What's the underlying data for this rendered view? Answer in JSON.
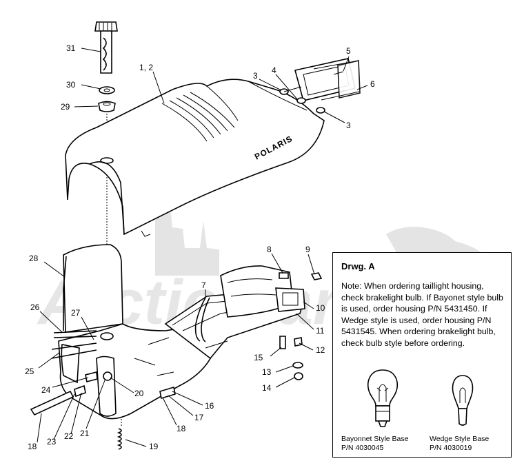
{
  "watermark": {
    "text": "Arctic Parts"
  },
  "brand_label": "POLARIS",
  "callouts": {
    "c1": "1, 2",
    "c3a": "3",
    "c3b": "3",
    "c4": "4",
    "c5": "5",
    "c6": "6",
    "c8": "8",
    "c9": "9",
    "c10": "10",
    "c11": "11",
    "c12": "12",
    "c13": "13",
    "c14": "14",
    "c15": "15",
    "c16": "16",
    "c17": "17",
    "c18a": "18",
    "c18b": "18",
    "c19": "19",
    "c20": "20",
    "c21": "21",
    "c22": "22",
    "c23": "23",
    "c24": "24",
    "c25": "25",
    "c26": "26",
    "c27": "27",
    "c28": "28",
    "c29": "29",
    "c30": "30",
    "c31": "31",
    "c7": "7"
  },
  "note": {
    "title": "Drwg. A",
    "body": "Note: When ordering taillight housing, check brakelight bulb.  If Bayonet style bulb is  used, order housing P/N 5431450.  If Wedge style is used, order housing P/N 5431545.  When ordering brakelight bulb, check bulb style before ordering.",
    "bayonet_label": "Bayonnet Style Base",
    "bayonet_pn": "P/N 4030045",
    "wedge_label": "Wedge Style Base",
    "wedge_pn": "P/N 4030019"
  }
}
